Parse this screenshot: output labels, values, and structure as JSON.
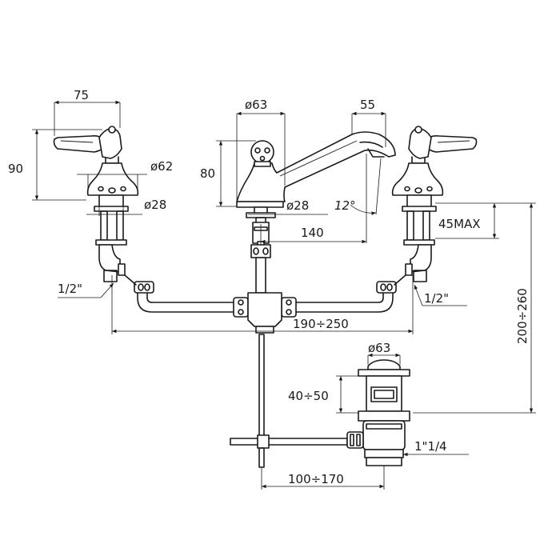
{
  "dimensions": {
    "handle_width": "75",
    "handle_height": "90",
    "rosette_diameter": "ø62",
    "side_shank_diameter": "ø28",
    "spout_base_diameter": "ø63",
    "spout_height": "80",
    "spout_shank_diameter": "ø28",
    "spout_tip": "55",
    "spout_angle": "12°",
    "spout_reach": "140",
    "deck_thickness": "45MAX",
    "side_connection_left": "1/2\"",
    "side_connection_right": "1/2\"",
    "centers_range": "190÷250",
    "total_height_range": "200÷260",
    "waste_diameter": "ø63",
    "waste_height_range": "40÷50",
    "waste_thread": "1\"1/4",
    "rod_length_range": "100÷170"
  },
  "colors": {
    "line": "#1a1a1a",
    "background": "#ffffff"
  }
}
